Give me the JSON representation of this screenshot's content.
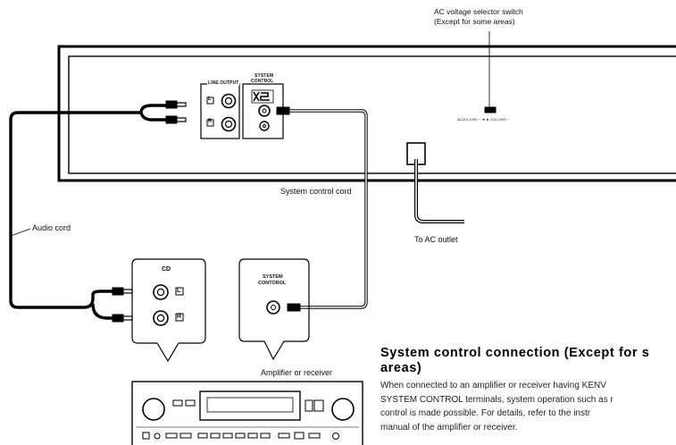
{
  "labels": {
    "ac_switch_line1": "AC voltage selector switch",
    "ac_switch_line2": "(Except for some areas)",
    "line_output": "LINE OUTPUT",
    "system_control_panel_line1": "SYSTEM",
    "system_control_panel_line2": "CONTROL",
    "ch_left": "L",
    "ch_right": "R",
    "voltage_scale": "AC110-120V ~ ◄ ► 220-240V ~",
    "system_control_cord": "System control cord",
    "audio_cord": "Audio cord",
    "to_ac_outlet": "To AC outlet",
    "amp_cd_label": "CD",
    "amp_system_line1": "SYSTEM",
    "amp_system_line2": "CONTOROL",
    "amplifier_or_receiver": "Amplifier or receiver"
  },
  "section": {
    "title_line1": "System control connection (Except for s",
    "title_line2": "areas)",
    "body": "When connected to an amplifier or receiver having KENV\nSYSTEM CONTROL terminals, system operation such as r\ncontrol is made possible.  For details, refer to the instr\nmanual of the amplifier or receiver."
  }
}
